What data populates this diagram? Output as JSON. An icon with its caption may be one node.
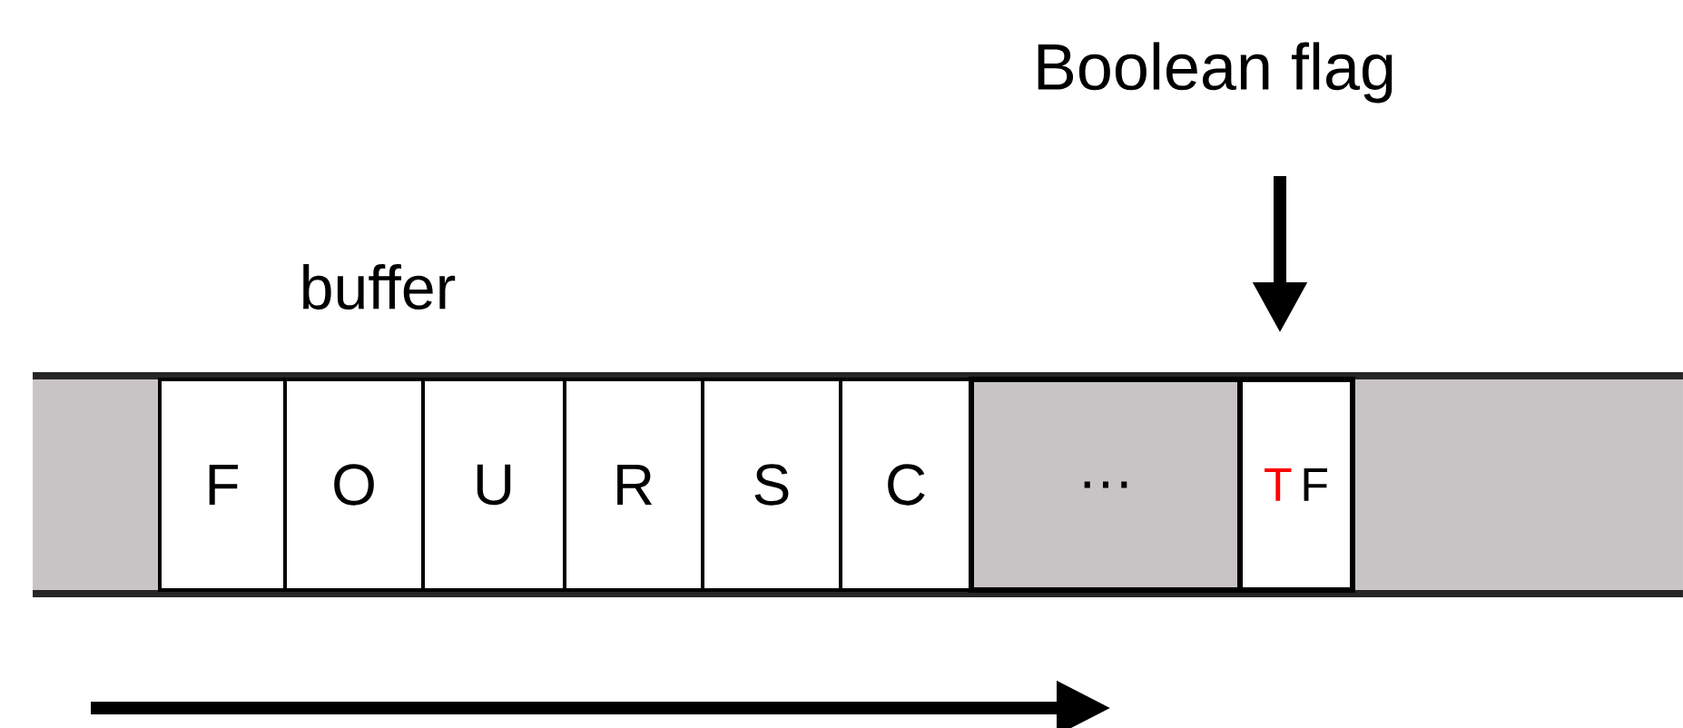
{
  "diagram": {
    "nodes": [
      {
        "text": [
          "Boolean flag"
        ]
      },
      {
        "text": [
          "F"
        ]
      },
      {
        "text": [
          "O"
        ]
      },
      {
        "text": [
          "U"
        ]
      },
      {
        "text": [
          "R"
        ]
      },
      {
        "text": [
          "S"
        ]
      },
      {
        "text": [
          "C"
        ]
      },
      {
        "text": [
          "…"
        ]
      },
      {
        "text": [
          "T",
          "F"
        ]
      }
    ],
    "edges": [
      {
        "from": 0,
        "to": 8,
        "arrow": "to"
      }
    ],
    "labels": [
      "buffer"
    ]
  }
}
